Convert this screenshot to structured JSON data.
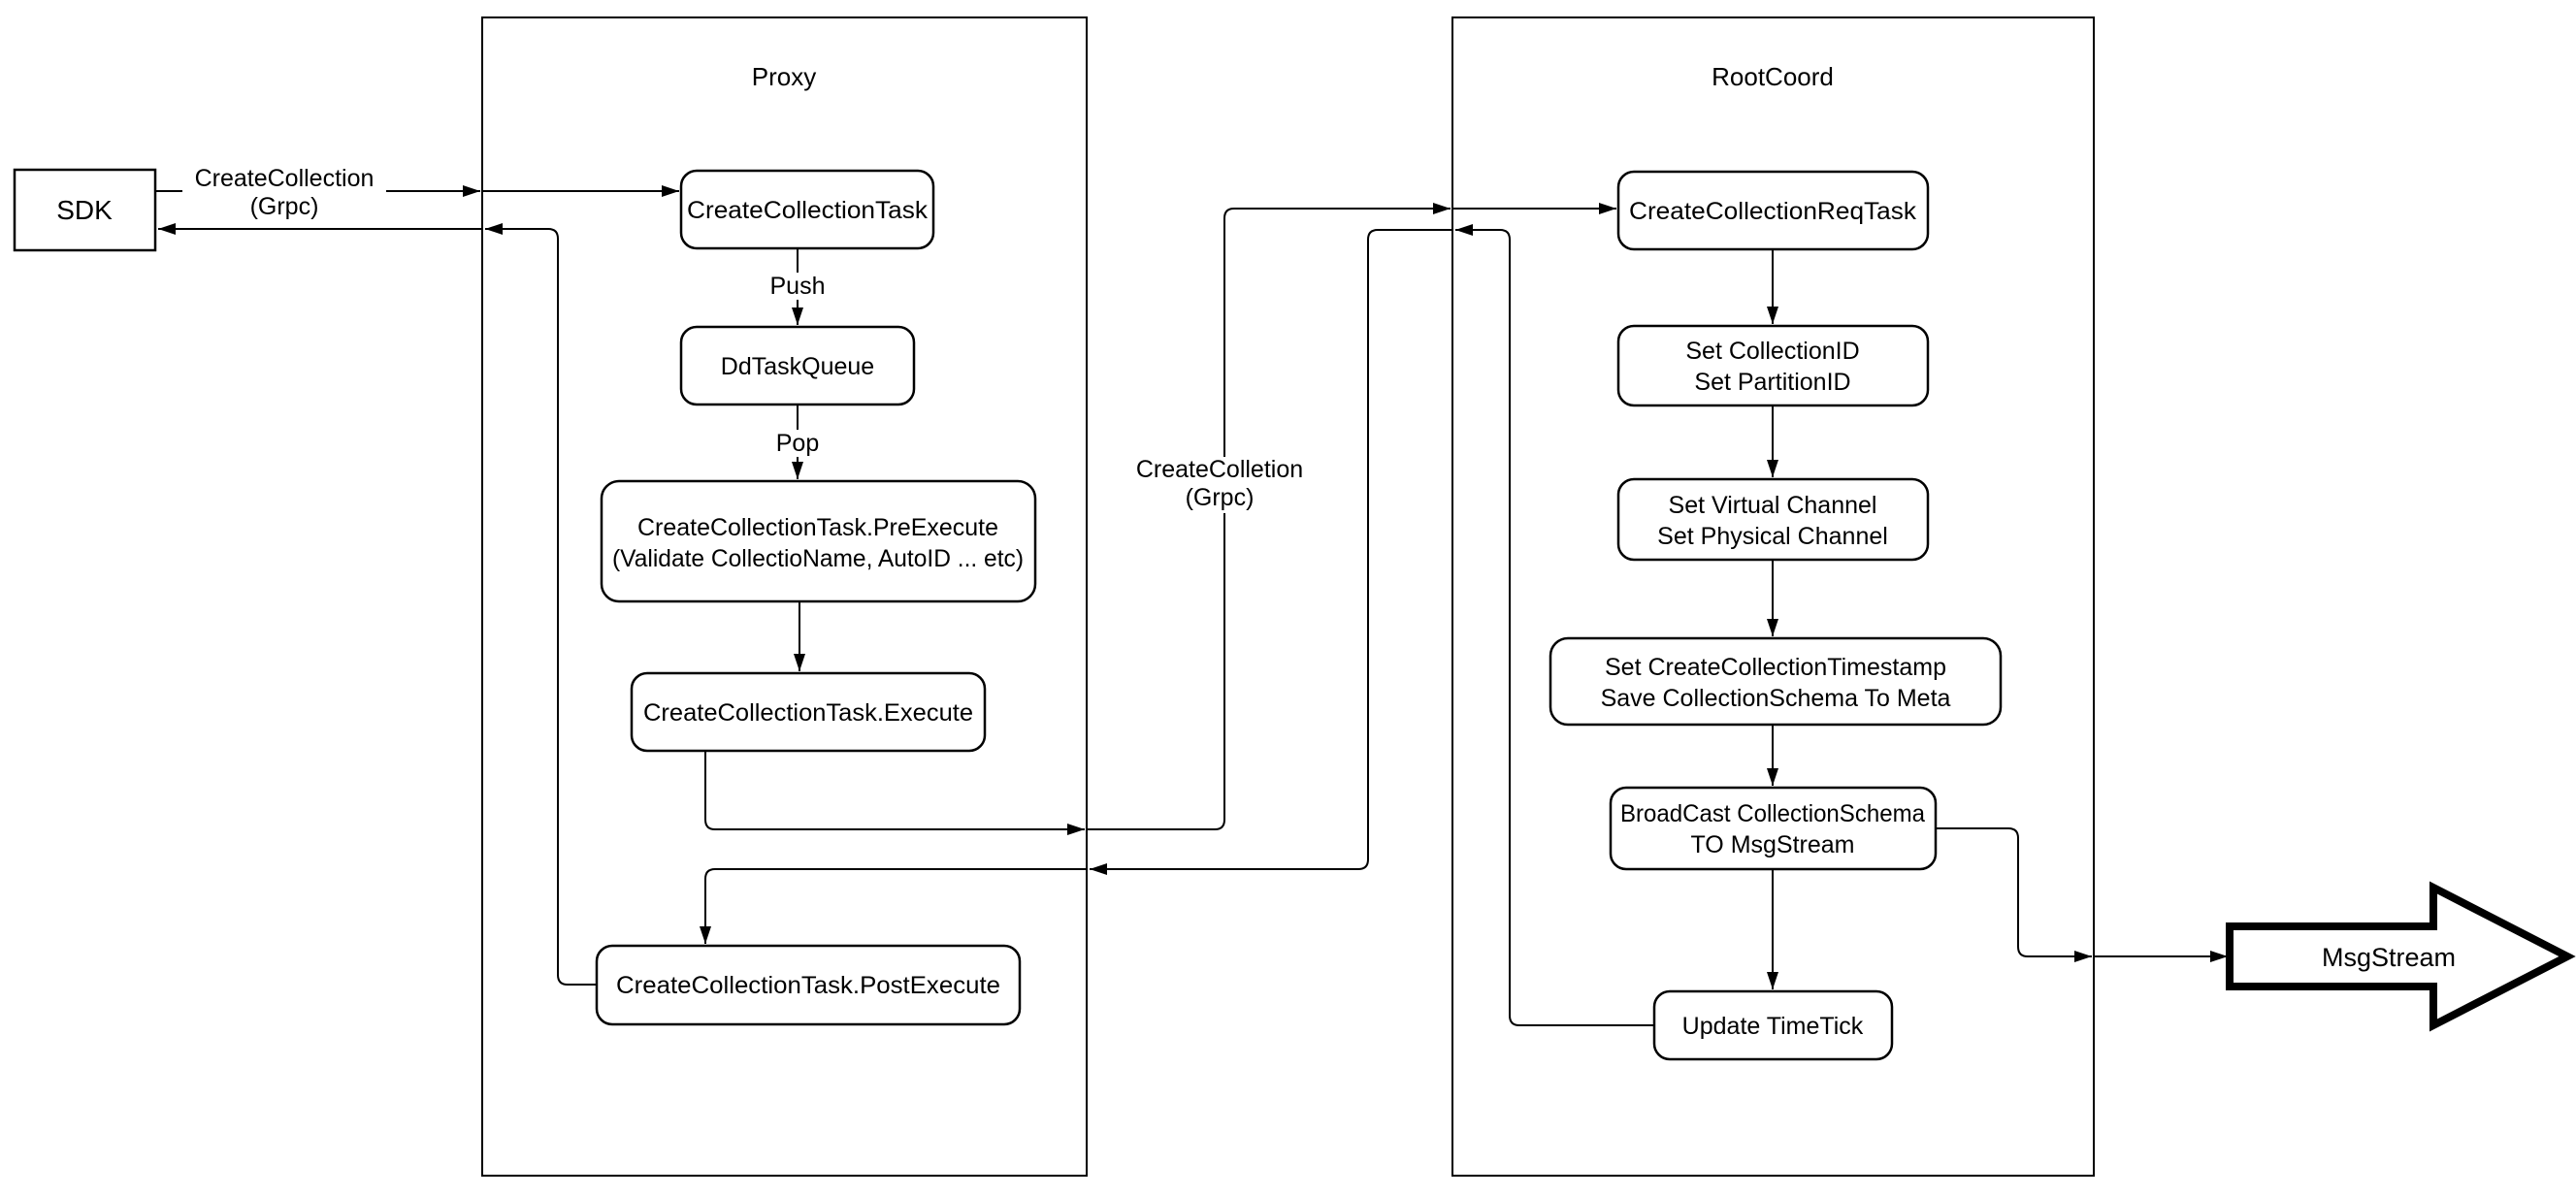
{
  "diagram": {
    "background_color": "#ffffff",
    "stroke_color": "#000000",
    "sdk": {
      "label": "SDK"
    },
    "proxy": {
      "title": "Proxy",
      "nodes": {
        "task": "CreateCollectionTask",
        "queue": "DdTaskQueue",
        "pre_execute_line1": "CreateCollectionTask.PreExecute",
        "pre_execute_line2": "(Validate CollectioName, AutoID ... etc)",
        "execute": "CreateCollectionTask.Execute",
        "post_execute": "CreateCollectionTask.PostExecute"
      },
      "edge_labels": {
        "push": "Push",
        "pop": "Pop"
      }
    },
    "rootcoord": {
      "title": "RootCoord",
      "nodes": {
        "req_task": "CreateCollectionReqTask",
        "set_ids_line1": "Set CollectionID",
        "set_ids_line2": "Set PartitionID",
        "set_channel_line1": "Set Virtual Channel",
        "set_channel_line2": "Set Physical Channel",
        "set_timestamp_line1": "Set CreateCollectionTimestamp",
        "set_timestamp_line2": "Save CollectionSchema To Meta",
        "broadcast_line1": "BroadCast CollectionSchema",
        "broadcast_line2": "TO MsgStream",
        "update_timetick": "Update TimeTick"
      }
    },
    "msgstream": {
      "label": "MsgStream"
    },
    "edge_labels": {
      "sdk_to_proxy_line1": "CreateCollection",
      "sdk_to_proxy_line2": "(Grpc)",
      "proxy_to_rootcoord_line1": "CreateColletion",
      "proxy_to_rootcoord_line2": "(Grpc)"
    }
  }
}
